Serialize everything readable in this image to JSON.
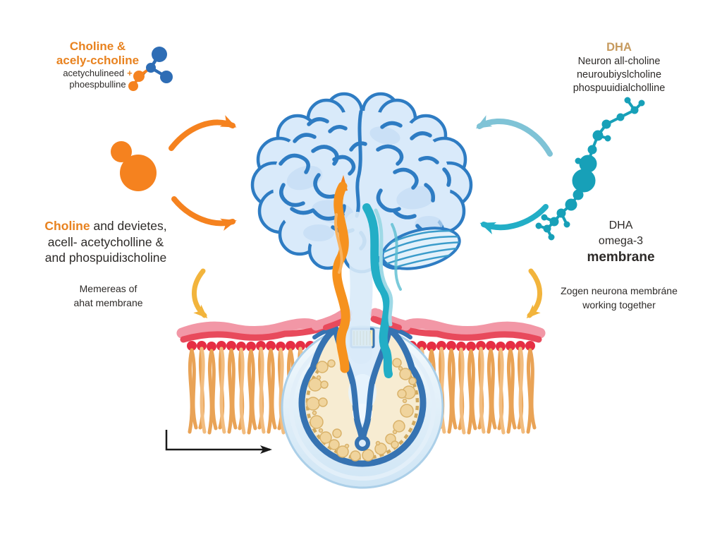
{
  "labels": {
    "top_left": {
      "line1": "Choline &",
      "line2": "acely-ccholine",
      "line3_main": "acetychulineed",
      "line3_plus": "+",
      "line4": "phoespbulline"
    },
    "top_right": {
      "title": "DHA",
      "line2": "Neuron all-choline",
      "line3": "neuroubiyslcholine",
      "line4": "phospuuidialcholline"
    },
    "mid_left": {
      "line1_accent": "Choline",
      "line1_rest": " and devietes,",
      "line2": "acell- acetycholline &",
      "line3": "and phospuidiзcholine"
    },
    "lower_left": {
      "line1": "Memereas of",
      "line2": "ahat membrane"
    },
    "mid_right": {
      "line1": "DHA",
      "line2": "omega-3",
      "line3": "membrane"
    },
    "lower_right": {
      "line1": "Zogen neurona membráne",
      "line2": "working together"
    }
  },
  "icons": {
    "brain": "brain-illustration",
    "choline_molecule": "blue-orange ball-and-stick molecule",
    "orange_molecule": "two orange spheres molecule",
    "dha_molecule": "teal chain molecule",
    "membrane": "lipid bilayer with red heads and orange tails",
    "vesicle": "circular membrane vesicle cross-section",
    "arrows": [
      "curved-arrow-orange-top",
      "curved-arrow-orange-bottom",
      "curved-arrow-teal-top",
      "curved-arrow-teal-bottom",
      "curved-arrow-yellow-left",
      "curved-arrow-yellow-right",
      "pointer-arrow-black"
    ]
  },
  "palette": {
    "orange": "#f5821f",
    "teal": "#23aec6",
    "teal_light": "#7fc3d6",
    "yellow": "#f2b43c",
    "brain_fill": "#d9eafa",
    "brain_line": "#2e7cc3",
    "membrane_red": "#e62e44",
    "membrane_pink": "#f297a6",
    "tail_orange": "#e9a356",
    "vesicle_blue": "#3673b2",
    "pebble": "#f0d49d",
    "text_dark": "#2d2a28",
    "label_orange": "#e8821f",
    "label_tan": "#c69a5e",
    "molecule_blue": "#2e6db5",
    "molecule_teal": "#17a0b8"
  }
}
